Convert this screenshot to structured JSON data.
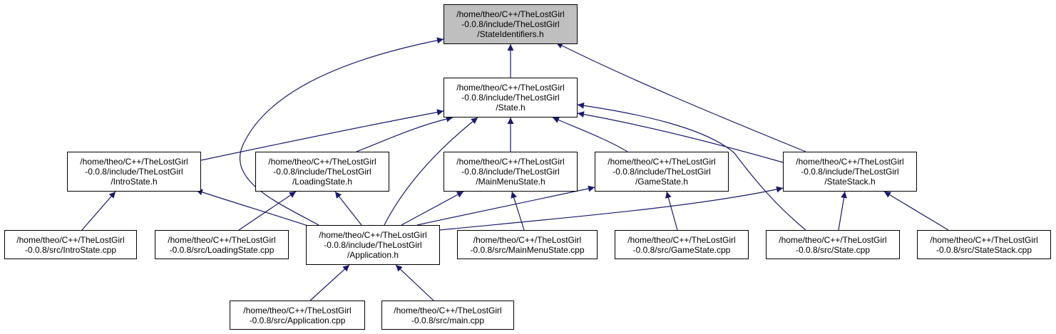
{
  "colors": {
    "edge": "#191970",
    "root_fill": "#bfbfbf",
    "node_fill": "#ffffff",
    "border": "#000000"
  },
  "nodes": {
    "stateidentifiers": [
      "/home/theo/C++/TheLostGirl",
      "-0.0.8/include/TheLostGirl",
      "/StateIdentifiers.h"
    ],
    "state_h": [
      "/home/theo/C++/TheLostGirl",
      "-0.0.8/include/TheLostGirl",
      "/State.h"
    ],
    "introstate_h": [
      "/home/theo/C++/TheLostGirl",
      "-0.0.8/include/TheLostGirl",
      "/IntroState.h"
    ],
    "loadingstate_h": [
      "/home/theo/C++/TheLostGirl",
      "-0.0.8/include/TheLostGirl",
      "/LoadingState.h"
    ],
    "mainmenustate_h": [
      "/home/theo/C++/TheLostGirl",
      "-0.0.8/include/TheLostGirl",
      "/MainMenuState.h"
    ],
    "gamestate_h": [
      "/home/theo/C++/TheLostGirl",
      "-0.0.8/include/TheLostGirl",
      "/GameState.h"
    ],
    "statestack_h": [
      "/home/theo/C++/TheLostGirl",
      "-0.0.8/include/TheLostGirl",
      "/StateStack.h"
    ],
    "introstate_cpp": [
      "/home/theo/C++/TheLostGirl",
      "-0.0.8/src/IntroState.cpp"
    ],
    "loadingstate_cpp": [
      "/home/theo/C++/TheLostGirl",
      "-0.0.8/src/LoadingState.cpp"
    ],
    "application_h": [
      "/home/theo/C++/TheLostGirl",
      "-0.0.8/include/TheLostGirl",
      "/Application.h"
    ],
    "mainmenustate_cpp": [
      "/home/theo/C++/TheLostGirl",
      "-0.0.8/src/MainMenuState.cpp"
    ],
    "gamestate_cpp": [
      "/home/theo/C++/TheLostGirl",
      "-0.0.8/src/GameState.cpp"
    ],
    "state_cpp": [
      "/home/theo/C++/TheLostGirl",
      "-0.0.8/src/State.cpp"
    ],
    "statestack_cpp": [
      "/home/theo/C++/TheLostGirl",
      "-0.0.8/src/StateStack.cpp"
    ],
    "application_cpp": [
      "/home/theo/C++/TheLostGirl",
      "-0.0.8/src/Application.cpp"
    ],
    "main_cpp": [
      "/home/theo/C++/TheLostGirl",
      "-0.0.8/src/main.cpp"
    ]
  },
  "edges": [
    {
      "from": "state_h",
      "to": "stateidentifiers"
    },
    {
      "from": "application_h",
      "to": "stateidentifiers"
    },
    {
      "from": "statestack_h",
      "to": "stateidentifiers"
    },
    {
      "from": "introstate_h",
      "to": "state_h"
    },
    {
      "from": "loadingstate_h",
      "to": "state_h"
    },
    {
      "from": "mainmenustate_h",
      "to": "state_h"
    },
    {
      "from": "gamestate_h",
      "to": "state_h"
    },
    {
      "from": "statestack_h",
      "to": "state_h"
    },
    {
      "from": "application_h",
      "to": "state_h"
    },
    {
      "from": "state_cpp",
      "to": "state_h"
    },
    {
      "from": "introstate_cpp",
      "to": "introstate_h"
    },
    {
      "from": "application_h",
      "to": "introstate_h"
    },
    {
      "from": "loadingstate_cpp",
      "to": "loadingstate_h"
    },
    {
      "from": "application_h",
      "to": "loadingstate_h"
    },
    {
      "from": "application_h",
      "to": "mainmenustate_h"
    },
    {
      "from": "mainmenustate_cpp",
      "to": "mainmenustate_h"
    },
    {
      "from": "application_h",
      "to": "gamestate_h"
    },
    {
      "from": "gamestate_cpp",
      "to": "gamestate_h"
    },
    {
      "from": "application_h",
      "to": "statestack_h"
    },
    {
      "from": "state_cpp",
      "to": "statestack_h"
    },
    {
      "from": "statestack_cpp",
      "to": "statestack_h"
    },
    {
      "from": "application_cpp",
      "to": "application_h"
    },
    {
      "from": "main_cpp",
      "to": "application_h"
    }
  ]
}
